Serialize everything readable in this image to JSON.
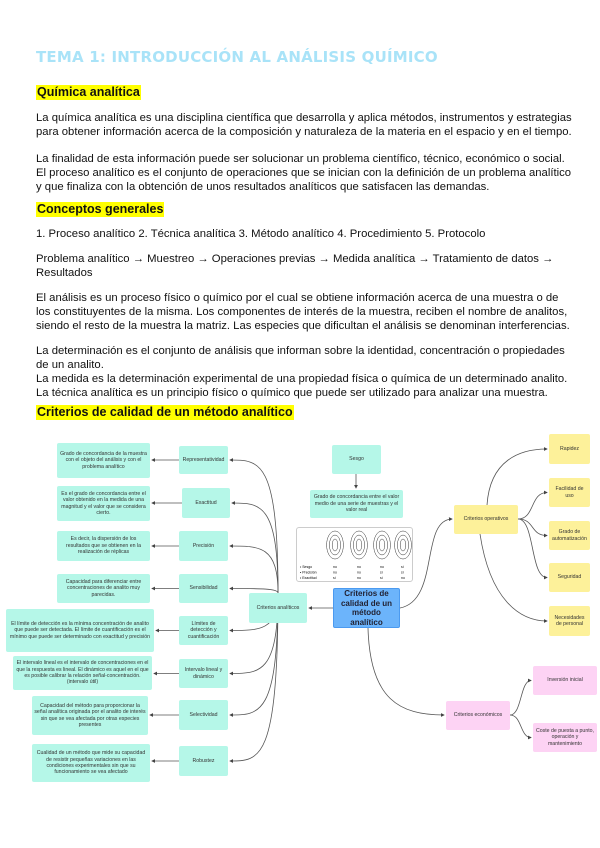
{
  "title": "TEMA 1: INTRODUCCIÓN AL ANÁLISIS QUÍMICO",
  "s1": {
    "heading": "Química analítica",
    "p1": "La química analítica es una disciplina científica que desarrolla y aplica métodos, instrumentos y estrategias para obtener información acerca de la composición y naturaleza de la materia en el espacio y en el tiempo.",
    "p2": "La finalidad de esta información puede ser solucionar un problema científico, técnico, económico o social. El proceso analítico es el conjunto de operaciones que se inician con la definición de un problema analítico y que finaliza con la obtención de unos resultados analíticos que satisfacen las demandas."
  },
  "s2": {
    "heading": "Conceptos generales",
    "list": "1. Proceso analítico 2. Técnica analítica 3. Método analítico 4. Procedimiento 5. Protocolo",
    "flow": "Problema analítico → Muestreo → Operaciones previas → Medida analítica → Tratamiento de datos → Resultados",
    "p3": "El análisis es un proceso físico o químico por el cual se obtiene información acerca de una muestra o de los constituyentes de la misma. Los componentes de interés de la muestra, reciben el nombre de analitos, siendo el resto de la muestra la matriz. Las especies que dificultan el análisis se denominan interferencias.",
    "p4": "La determinación es el conjunto de análisis que informan sobre la identidad, concentración o propiedades de un analito.",
    "p5": "La medida es la determinación experimental de una propiedad física o química de un determinado analito.",
    "p6": "La técnica analítica es un principio físico o químico que puede ser utilizado para analizar una muestra."
  },
  "s3": {
    "heading": "Criterios de calidad de un método analítico"
  },
  "map": {
    "main": "Criterios de calidad de un método analítico",
    "analytic": "Criterios analíticos",
    "sesgo": "Sesgo",
    "sesgo_def": "Grado de concordancia entre el valor medio de una serie de muestras y el valor real",
    "target_legend": [
      "• Sesgo",
      "• Precisión",
      "• Exactitud"
    ],
    "target_rows": [
      [
        "no",
        "no",
        "no",
        "sí"
      ],
      [
        "no",
        "no",
        "sí",
        "sí"
      ],
      [
        "sí",
        "no",
        "sí",
        "no"
      ]
    ],
    "analytic_items": [
      {
        "label": "Representatividad",
        "def": "Grado de concordancia de la muestra con el objeto del análisis y con el problema analítico"
      },
      {
        "label": "Exactitud",
        "def": "Es el grado de concordancia entre el valor obtenido en la medida de una magnitud y el valor que se considera cierto."
      },
      {
        "label": "Precisión",
        "def": "Es decir, la dispersión de los resultados que se obtienen en la realización de réplicas"
      },
      {
        "label": "Sensibilidad",
        "def": "Capacidad para diferenciar entre concentraciones de analito muy parecidas."
      },
      {
        "label": "Límites de detección y cuantificación",
        "def": "El límite de detección es la mínima concentración de analito que puede ser detectada. El límite de cuantificación es el mínimo que puede ser determinado con exactitud y precisión"
      },
      {
        "label": "Intervalo lineal y dinámico",
        "def": "El intervalo lineal es el intervalo de concentraciones en el que la respuesta es lineal. El dinámico es aquel en el que es posible calibrar la relación señal-concentración. (intervalo útil)"
      },
      {
        "label": "Selectividad",
        "def": "Capacidad del método para proporcionar la señal analítica originada por el analito de interés sin que se vea afectada por otras especies presentes"
      },
      {
        "label": "Robustez",
        "def": "Cualidad de un método que mide su capacidad de resistir pequeñas variaciones en las condiciones experimentales sin que su funcionamiento se vea afectado"
      }
    ],
    "operative": "Criterios operativos",
    "operative_items": [
      "Rapidez",
      "Facilidad de uso",
      "Grado de automatización",
      "Seguridad",
      "Necesidades de personal"
    ],
    "economic": "Criterios económicos",
    "economic_items": [
      "Inversión inicial",
      "Coste de puesta a punto, operación y mantenimiento"
    ]
  },
  "colors": {
    "title": "#a9e3f8",
    "highlight": "#ffff00",
    "analytic_box": "#b5f7e8",
    "operative_box": "#fdf19a",
    "economic_box": "#fdd3f4",
    "main_box": "#6cb4fb"
  }
}
